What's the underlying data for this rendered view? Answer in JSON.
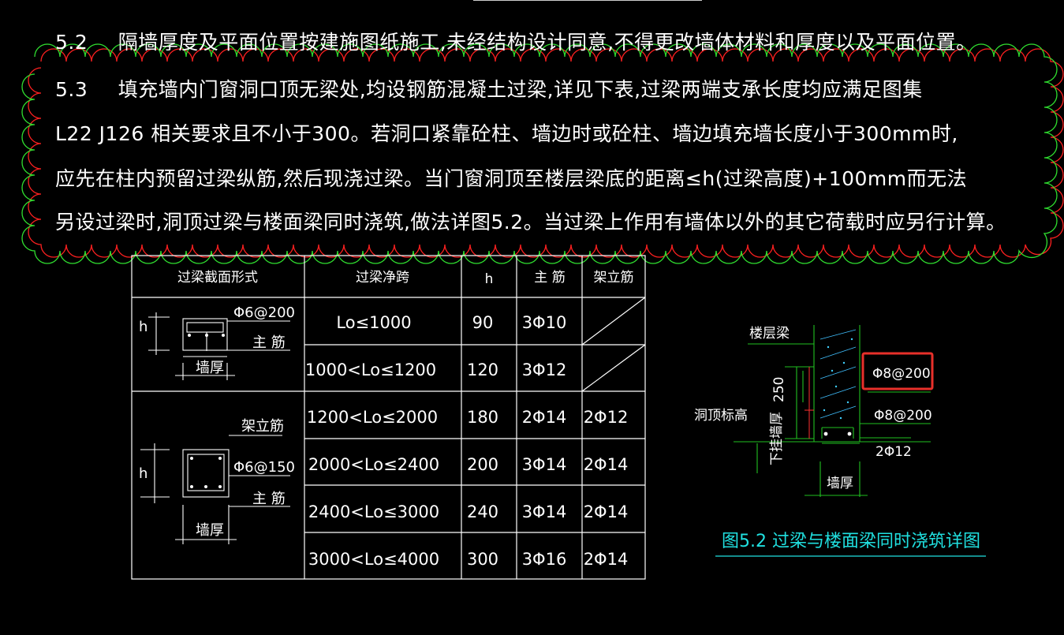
{
  "notes": {
    "line1_num": "5.2",
    "line1_text": "隔墙厚度及平面位置按建施图纸施工,未经结构设计同意,不得更改墙体材料和厚度以及平面位置。",
    "line2_num": "5.3",
    "line2_text": "填充墙内门窗洞口顶无梁处,均设钢筋混凝土过梁,详见下表,过梁两端支承长度均应满足图集",
    "line3": "L22 J126 相关要求且不小于300。若洞口紧靠砼柱、墙边时或砼柱、墙边填充墙长度小于300mm时,",
    "line4": "应先在柱内预留过梁纵筋,然后现浇过梁。当门窗洞顶至楼层梁底的距离≤h(过梁高度)+100mm而无法",
    "line5": "另设过梁时,洞顶过梁与楼面梁同时浇筑,做法详图5.2。当过梁上作用有墙体以外的其它荷载时应另行计算。"
  },
  "table": {
    "headers": [
      "过梁截面形式",
      "过梁净跨",
      "h",
      "主 筋",
      "架立筋"
    ],
    "rows": [
      {
        "span": "Lo≤1000",
        "h": "90",
        "main": "3Φ10",
        "erect": ""
      },
      {
        "span": "1000<Lo≤1200",
        "h": "120",
        "main": "3Φ12",
        "erect": ""
      },
      {
        "span": "1200<Lo≤2000",
        "h": "180",
        "main": "2Φ14",
        "erect": "2Φ12"
      },
      {
        "span": "2000<Lo≤2400",
        "h": "200",
        "main": "3Φ14",
        "erect": "2Φ14"
      },
      {
        "span": "2400<Lo≤3000",
        "h": "240",
        "main": "3Φ14",
        "erect": "2Φ14"
      },
      {
        "span": "3000<Lo≤4000",
        "h": "300",
        "main": "3Φ16",
        "erect": "2Φ14"
      }
    ],
    "section1": {
      "stirrup": "Φ6@200",
      "main_label": "主 筋",
      "h_label": "h",
      "wall_label": "墙厚"
    },
    "section2": {
      "erect_label": "架立筋",
      "stirrup": "Φ6@150",
      "main_label": "主 筋",
      "h_label": "h",
      "wall_label": "墙厚"
    }
  },
  "detail": {
    "floor_beam": "楼层梁",
    "dim_250": "250",
    "opening_elev": "洞顶标高",
    "wall_down": "下挂墙厚",
    "stirrup_highlight": "Φ8@200",
    "stirrup": "Φ8@200",
    "bottom_bars": "2Φ12",
    "wall_thickness": "墙厚",
    "caption": "图5.2  过梁与楼面梁同时浇筑详图"
  },
  "colors": {
    "cloud_red": "#ff2020",
    "cloud_green": "#30e030",
    "cad_green": "#20c020",
    "caption_cyan": "#20e0e0",
    "highlight_red": "#e8302a"
  }
}
